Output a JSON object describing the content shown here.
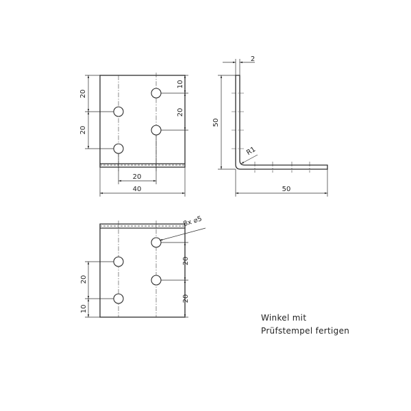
{
  "note": {
    "line1": "Winkel mit",
    "line2": "Prüfstempel fertigen"
  },
  "front_view": {
    "dims": {
      "left_upper": "20",
      "left_lower": "20",
      "right_top": "10",
      "right_mid": "20",
      "bottom_inner": "20",
      "bottom_overall": "40"
    }
  },
  "side_view": {
    "dims": {
      "thickness": "2",
      "height": "50",
      "radius": "R1",
      "length": "50"
    }
  },
  "bottom_view": {
    "callout": "8x ⌀5",
    "dims": {
      "left_upper": "20",
      "left_lower": "10",
      "right_upper": "20",
      "right_lower": "20"
    }
  }
}
